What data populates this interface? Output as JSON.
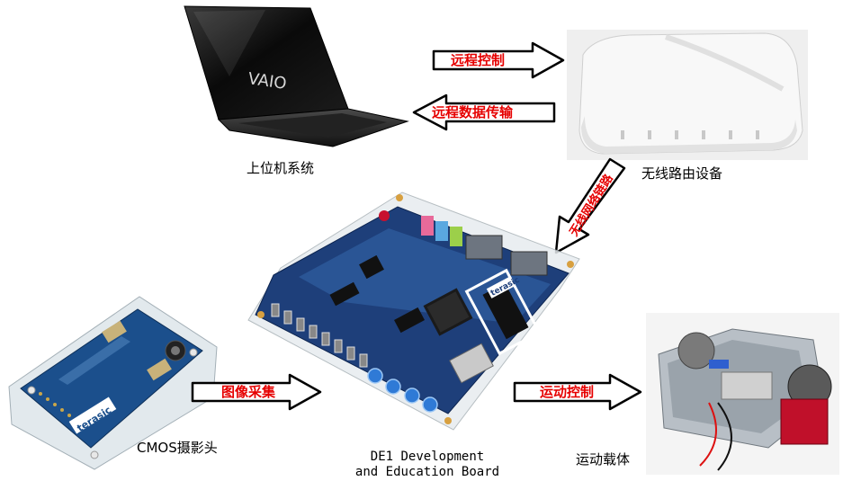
{
  "nodes": {
    "laptop": {
      "label": "上位机系统",
      "brand": "VAIO"
    },
    "router": {
      "label": "无线路由设备"
    },
    "camera": {
      "label": "CMOS摄影头",
      "brand": "terasic"
    },
    "board": {
      "label_line1": "DE1 Development",
      "label_line2": "and Education Board",
      "brand": "terasic"
    },
    "vehicle": {
      "label": "运动载体"
    }
  },
  "edges": {
    "remote_control": "远程控制",
    "remote_data": "远程数据传输",
    "wireless_link": "无线网络链路",
    "image_capture": "图像采集",
    "motion_control": "运动控制"
  },
  "colors": {
    "arrow_text": "#e60000",
    "arrow_fill": "#ffffff",
    "arrow_stroke": "#000000",
    "board_blue": "#1e3f7a"
  }
}
